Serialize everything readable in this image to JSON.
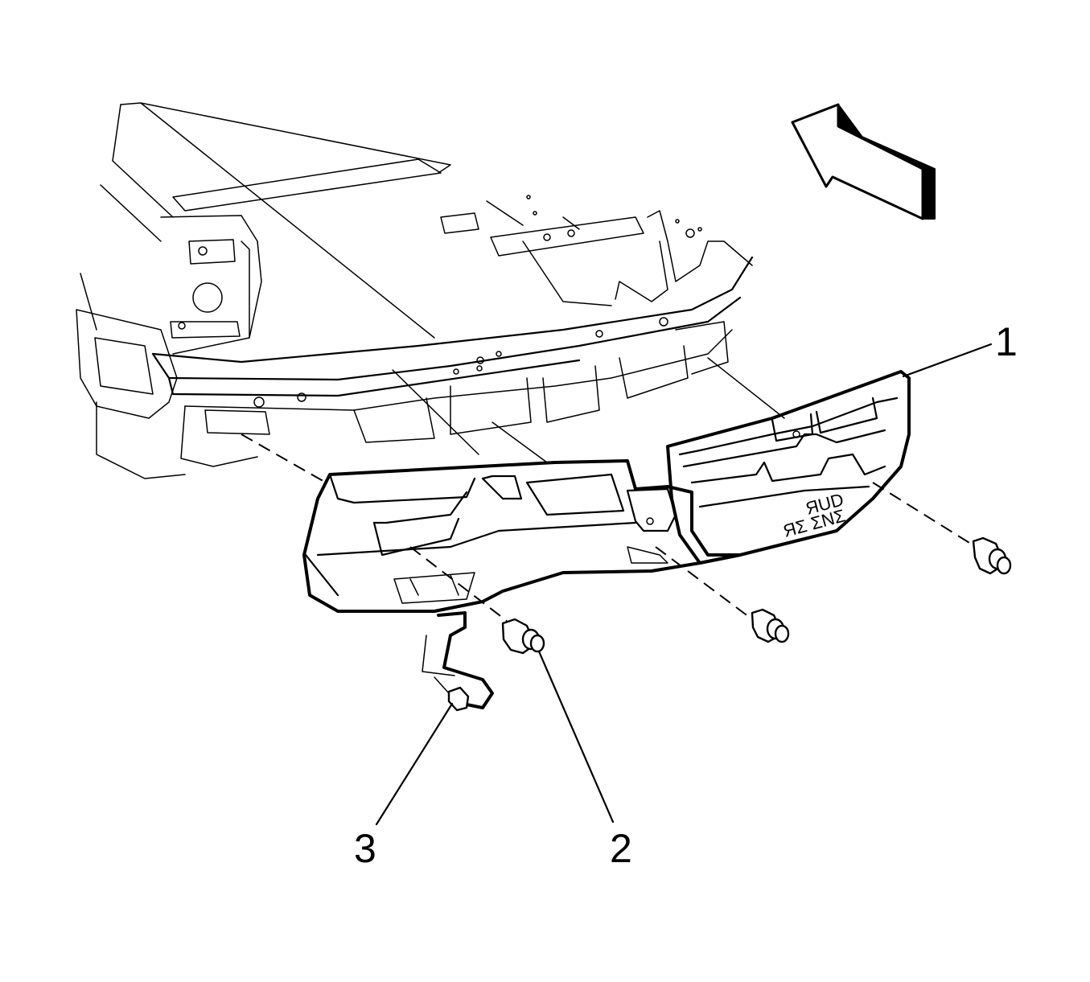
{
  "callouts": [
    {
      "id": "1",
      "label": "1"
    },
    {
      "id": "2",
      "label": "2"
    },
    {
      "id": "3",
      "label": "3"
    }
  ],
  "part_marking": {
    "line1": "ЯUD",
    "line2": "ЯΣ ΣNΣ"
  },
  "direction_indicator": "front-direction-arrow-icon",
  "colors": {
    "ink": "#000000",
    "paper": "#ffffff"
  }
}
